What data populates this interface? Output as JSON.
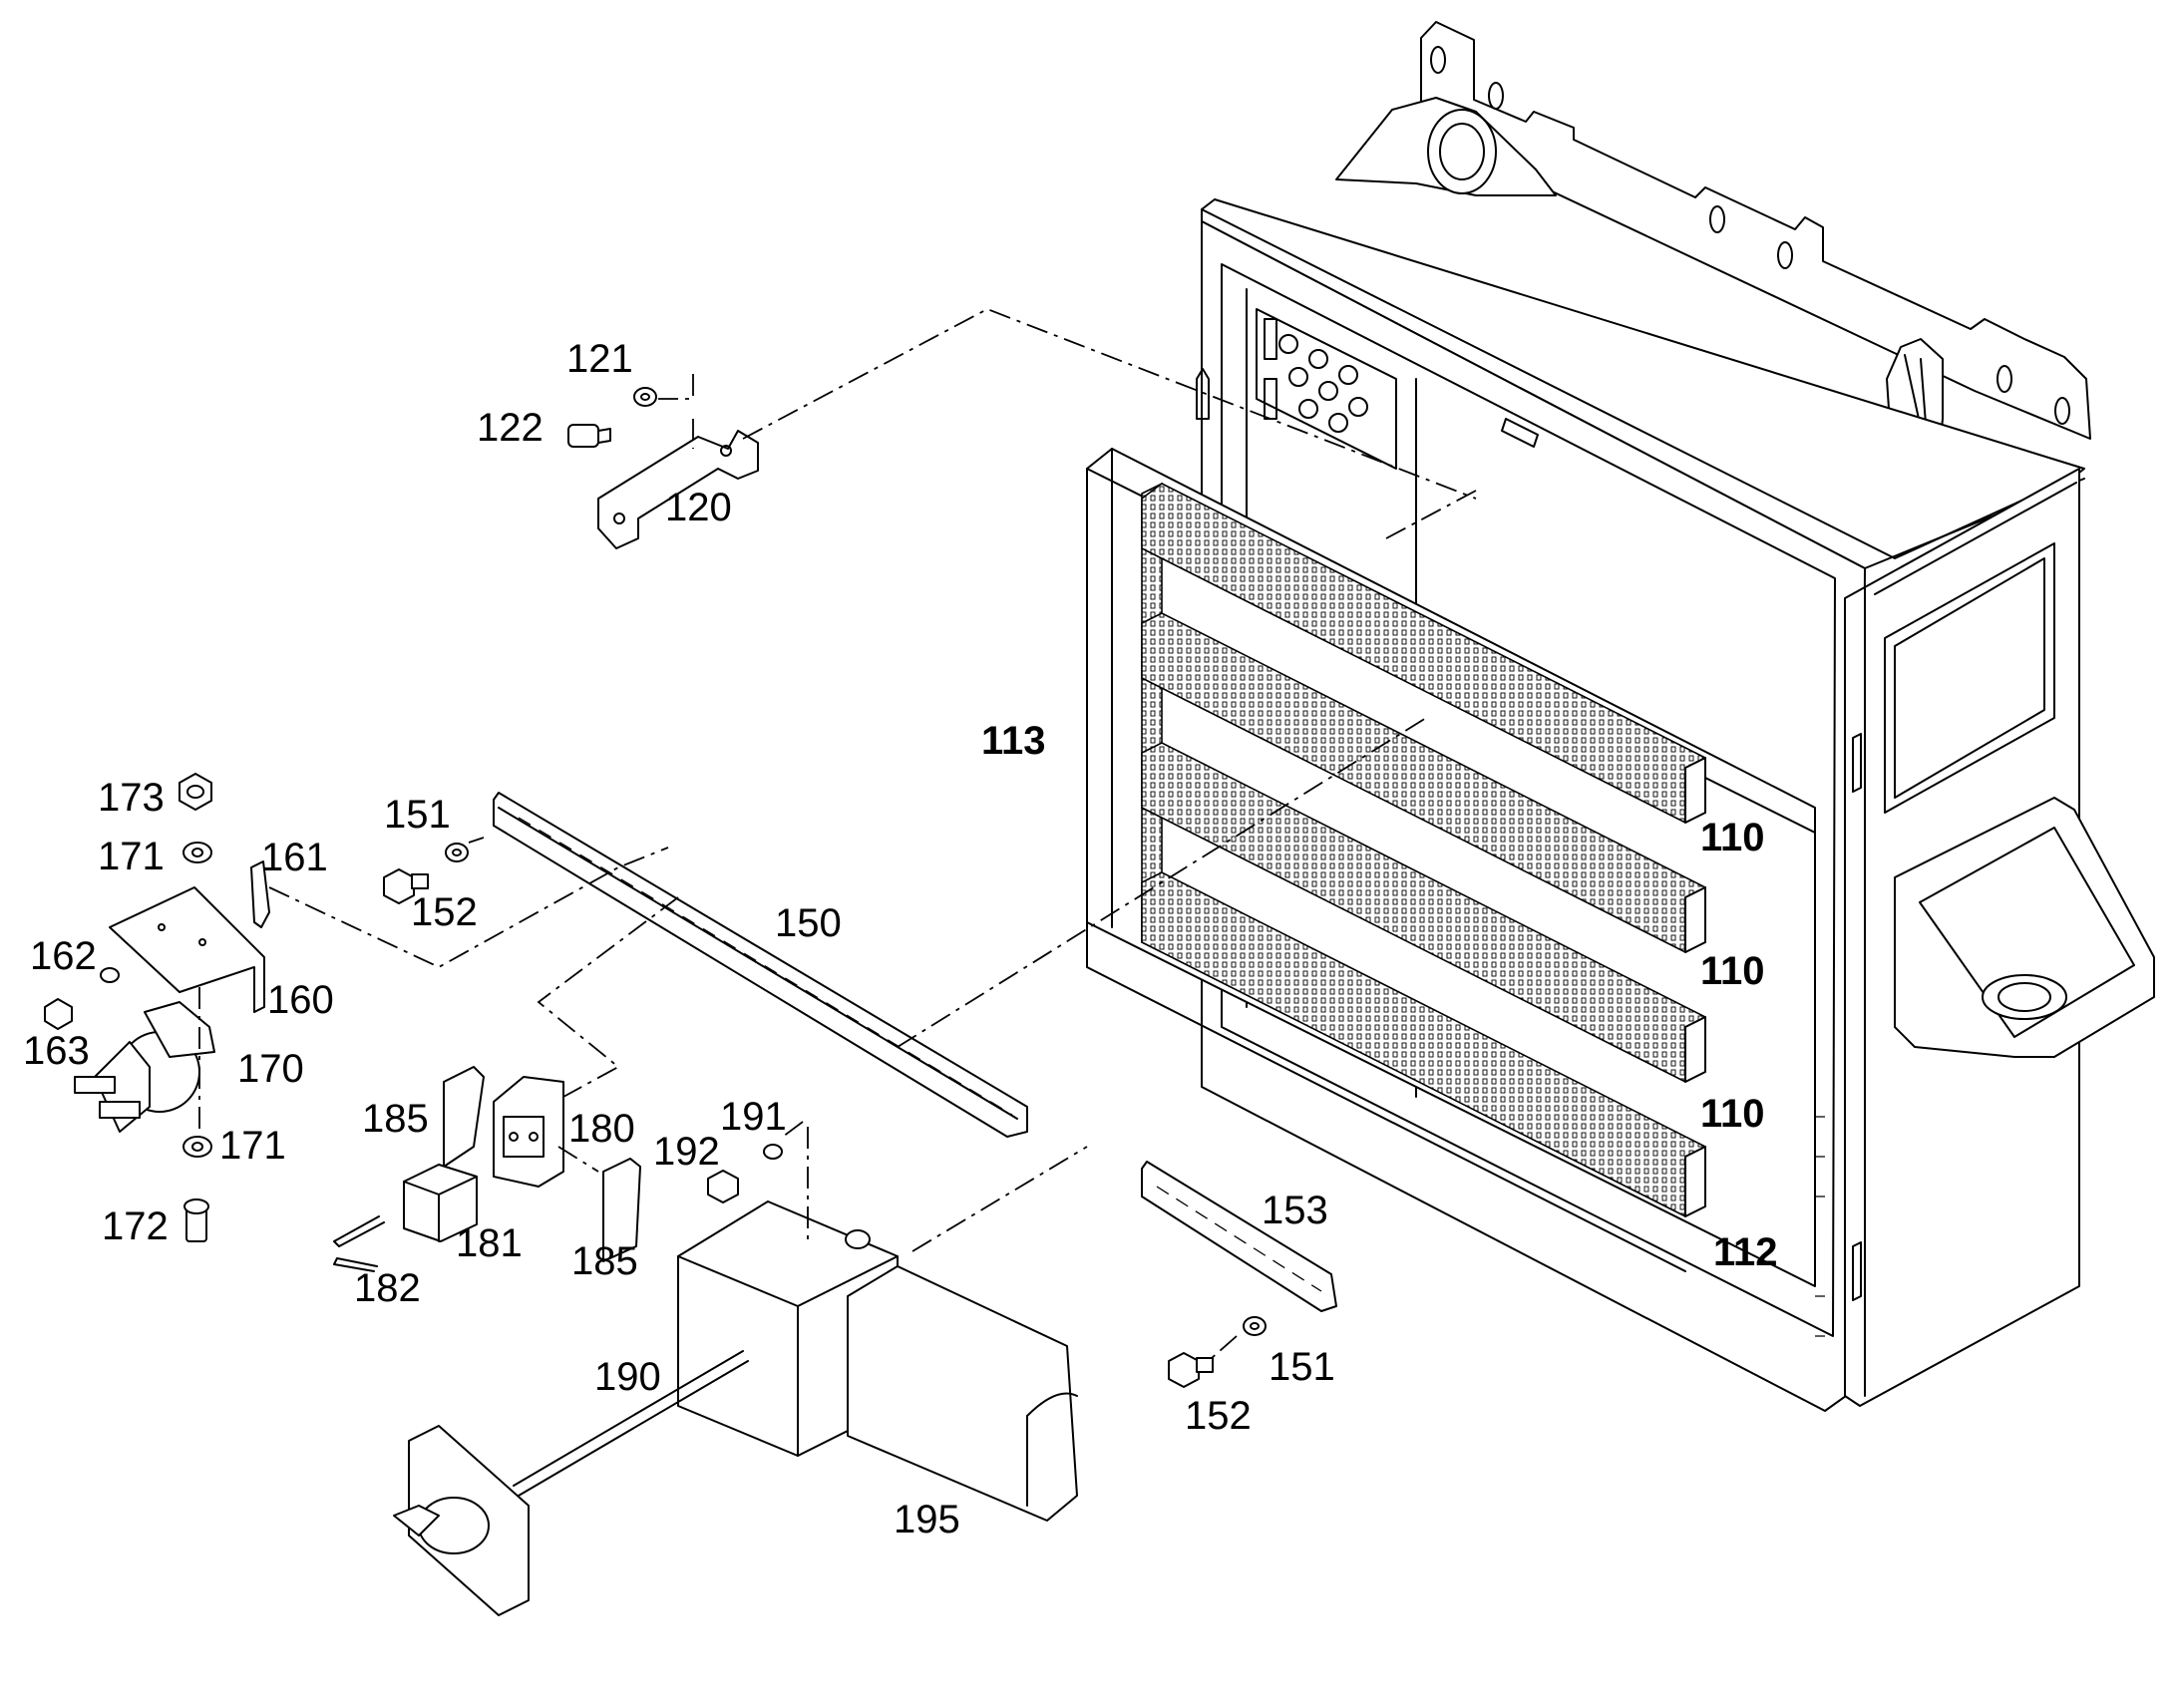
{
  "diagram": {
    "callouts": [
      "121",
      "122",
      "120",
      "113",
      "110",
      "110",
      "110",
      "112",
      "173",
      "171",
      "161",
      "151",
      "152",
      "150",
      "162",
      "160",
      "163",
      "170",
      "185",
      "180",
      "191",
      "192",
      "171",
      "172",
      "181",
      "185",
      "182",
      "153",
      "190",
      "151",
      "152",
      "195"
    ]
  }
}
